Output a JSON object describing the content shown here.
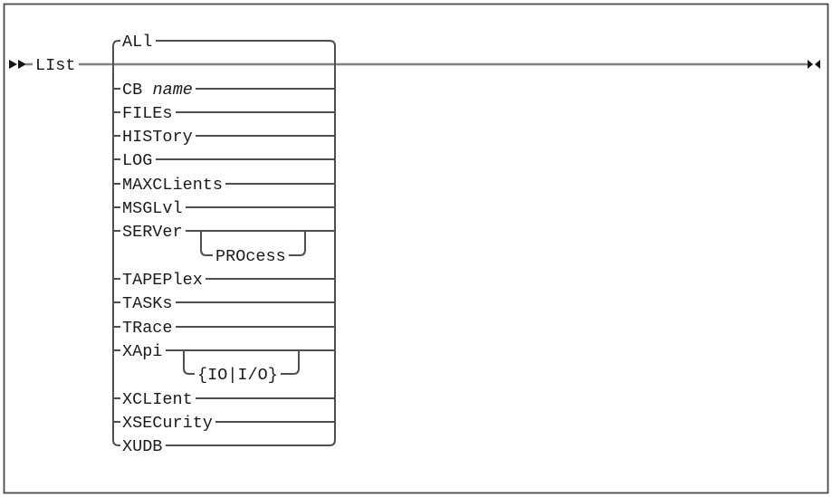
{
  "diagram": {
    "type": "railroad-syntax-diagram",
    "command": "LIst",
    "colors": {
      "rail": "#4f4f4f",
      "main_rail": "#828282",
      "text": "#1b1b1b",
      "arrow": "#141414",
      "border": "#4a4a4a",
      "background": "#ffffff"
    },
    "start_marker": "begin-statement-double-arrow",
    "end_marker": "end-statement-arrow-pair",
    "options": [
      {
        "label": "ALl"
      },
      {
        "keyword": "CB",
        "operand": "name"
      },
      {
        "label": "FILEs"
      },
      {
        "label": "HISTory"
      },
      {
        "label": "LOG"
      },
      {
        "label": "MAXCLients"
      },
      {
        "label": "MSGLvl"
      },
      {
        "label": "SERVer",
        "optional": "PROcess"
      },
      {
        "label": "TAPEPlex"
      },
      {
        "label": "TASKs"
      },
      {
        "label": "TRace"
      },
      {
        "label": "XApi",
        "optional": "{IO|I/O}"
      },
      {
        "label": "XCLIent"
      },
      {
        "label": "XSECurity"
      },
      {
        "label": "XUDB"
      }
    ]
  }
}
